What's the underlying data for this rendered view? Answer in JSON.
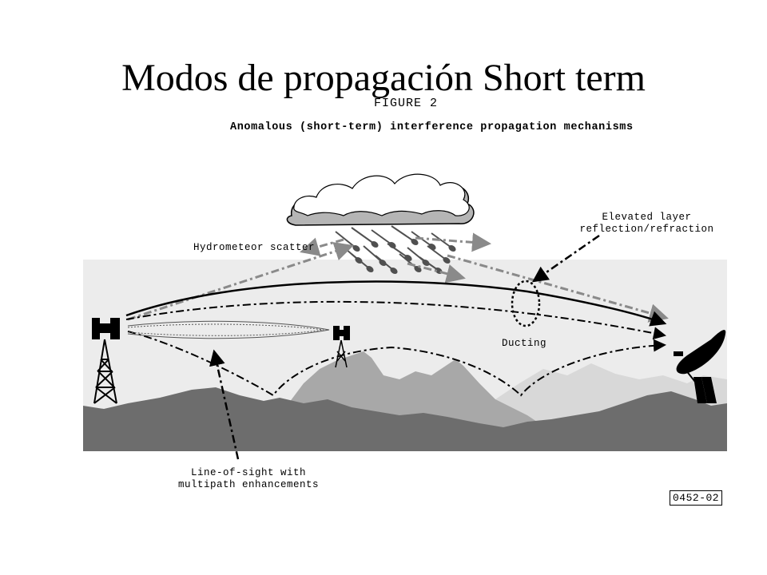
{
  "slide": {
    "title": "Modos de propagación Short term"
  },
  "figure": {
    "number": "FIGURE 2",
    "caption": "Anomalous (short-term) interference propagation mechanisms",
    "code": "0452-02"
  },
  "labels": {
    "hydrometeor": "Hydrometeor scatter",
    "elevated_line1": "Elevated layer",
    "elevated_line2": "reflection/refraction",
    "ducting": "Ducting",
    "los_line1": "Line-of-sight with",
    "los_line2": "multipath enhancements"
  }
}
